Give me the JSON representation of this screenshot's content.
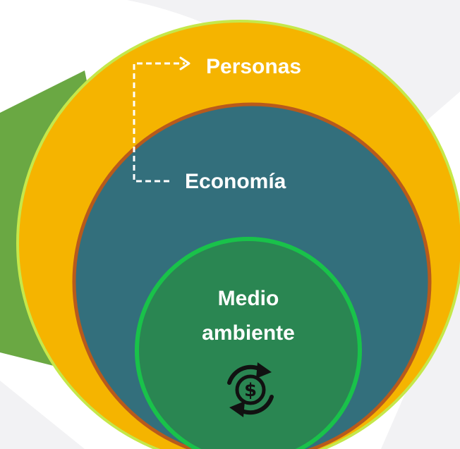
{
  "diagram": {
    "labels": {
      "outer": "Personas",
      "middle": "Economía",
      "inner_line1": "Medio",
      "inner_line2": "ambiente"
    },
    "colors": {
      "background": "#ffffff",
      "backdrop_shape": "#f2f2f4",
      "green_wedge": "#6aa843",
      "outer_fill": "#f5b400",
      "outer_stroke": "#c5e84a",
      "middle_fill": "#336f7c",
      "middle_stroke": "#b85a1c",
      "inner_fill": "#2a8652",
      "inner_stroke": "#19c24a",
      "text": "#ffffff",
      "dashed_arrow": "#ffffff",
      "icon": "#111111"
    },
    "icons": {
      "connector": "dashed-arrow-right",
      "inner_icon": "dollar-cycle-icon"
    }
  }
}
